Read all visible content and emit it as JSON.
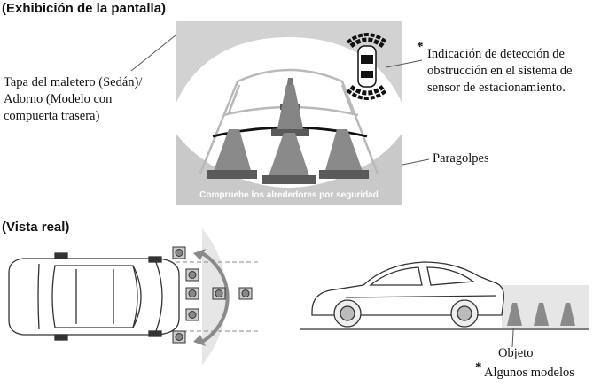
{
  "headings": {
    "screen": "(Exhibición de la pantalla)",
    "real": "(Vista real)"
  },
  "screen": {
    "banner": "Compruebe los alrededores por seguridad"
  },
  "labels": {
    "trunk_line1": "Tapa del maletero (Sedán)/",
    "trunk_line2": "Adorno (Modelo con",
    "trunk_line3": "compuerta trasera)",
    "asterisk": "*",
    "detect_line1": "Indicación de detección de",
    "detect_line2": "obstrucción en el sistema de",
    "detect_line3": "sensor de estacionamiento.",
    "bumper": "Paragolpes",
    "object": "Objeto",
    "some_models": "Algunos modelos"
  }
}
